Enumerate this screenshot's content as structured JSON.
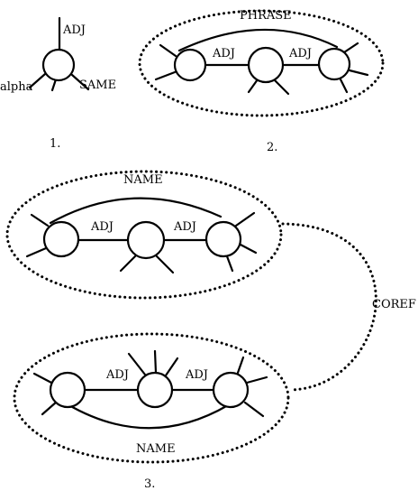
{
  "figure1": {
    "edge_top": "ADJ",
    "edge_left": "alpha",
    "edge_right": "SAME",
    "caption": "1."
  },
  "figure2": {
    "group_label": "PHRASE",
    "edge1": "ADJ",
    "edge2": "ADJ",
    "caption": "2."
  },
  "figure3": {
    "group_top_label": "NAME",
    "top_edge1": "ADJ",
    "top_edge2": "ADJ",
    "link_label": "COREF",
    "bottom_edge1": "ADJ",
    "bottom_edge2": "ADJ",
    "group_bottom_label": "NAME",
    "caption": "3."
  },
  "colors": {
    "ink": "#000000",
    "background": "#ffffff"
  }
}
